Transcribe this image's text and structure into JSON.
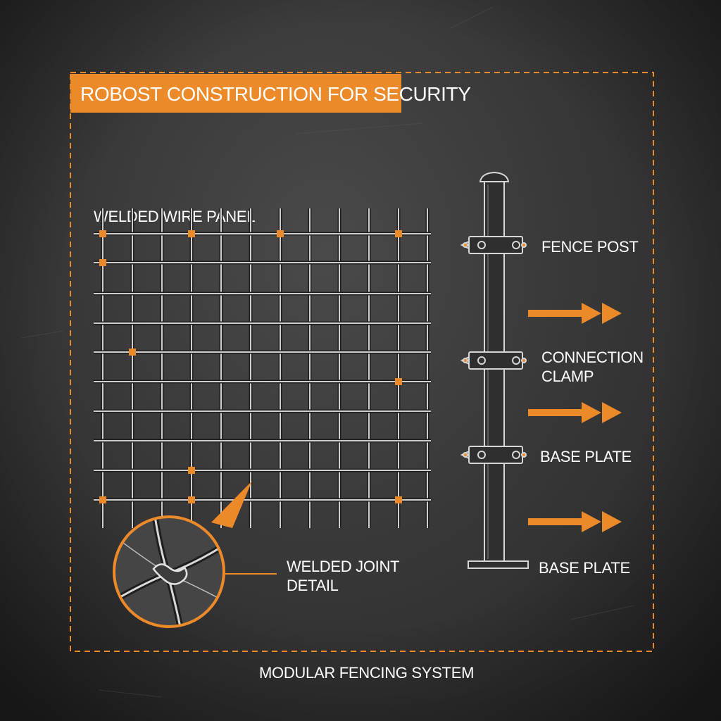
{
  "title": "ROBOST CONSTRUCTION FOR SECURITY",
  "footer": "MODULAR FENCING SYSTEM",
  "labels": {
    "panel": "WELDED WIRE PANEL",
    "joint_line1": "WELDED JOINT",
    "joint_line2": "DETAIL",
    "fence_post": "FENCE POST",
    "clamp_line1": "CONNECTION",
    "clamp_line2": "CLAMP",
    "base_plate_1": "BASE PLATE",
    "base_plate_2": "BASE PLATE"
  },
  "colors": {
    "accent": "#ec8a2a",
    "background": "#363636",
    "wire": "#cfcfcf",
    "text": "#ffffff"
  }
}
